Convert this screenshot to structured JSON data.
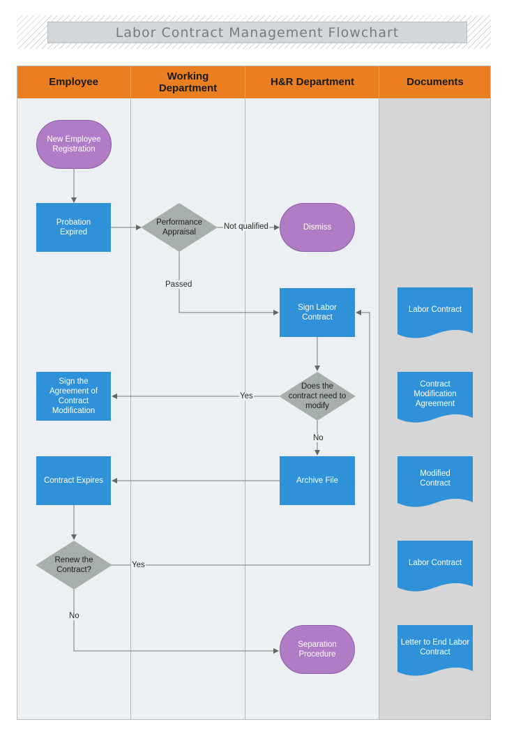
{
  "title": "Labor Contract Management Flowchart",
  "lanes": [
    {
      "id": "employee",
      "label": "Employee"
    },
    {
      "id": "working",
      "label": "Working Department"
    },
    {
      "id": "hr",
      "label": "H&R Department"
    },
    {
      "id": "documents",
      "label": "Documents"
    }
  ],
  "nodes": {
    "new_employee": "New Employee Registration",
    "probation": "Probation Expired",
    "appraisal": "Performance Appraisal",
    "dismiss": "Dismiss",
    "sign_contract": "Sign Labor Contract",
    "modify_q": "Does the contract need to modify",
    "sign_agreement": "Sign the Agreement of Contract Modification",
    "archive": "Archive File",
    "contract_expires": "Contract Expires",
    "renew_q": "Renew the Contract?",
    "separation": "Separation Procedure"
  },
  "documents": [
    "Labor Contract",
    "Contract Modification Agreement",
    "Modified Contract",
    "Labor Contract",
    "Letter to End Labor Contract"
  ],
  "edge_labels": {
    "not_qualified": "Not qualified",
    "passed": "Passed",
    "yes_modify": "Yes",
    "no_modify": "No",
    "yes_renew": "Yes",
    "no_renew": "No"
  },
  "colors": {
    "lane_header": "#e97f21",
    "lane_body": "#edf0f2",
    "documents_lane": "#d6d6d6",
    "process": "#2f91d8",
    "terminator": "#b07cc6",
    "decision": "#a7afab",
    "connector": "#666666"
  }
}
